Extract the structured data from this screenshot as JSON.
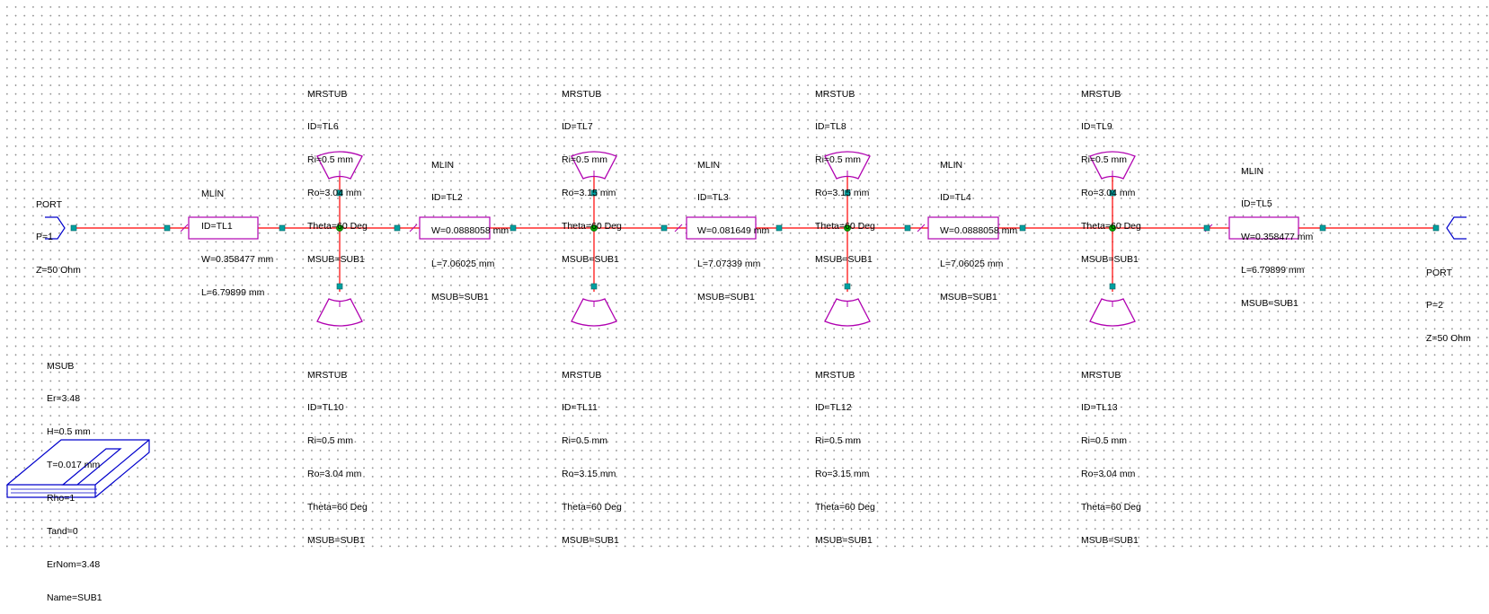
{
  "colors": {
    "wire": "#ff0000",
    "element": "#b000b0",
    "node": "#00aa00",
    "pin": "#00a0a0",
    "substrate": "#0000cc",
    "text": "#000000"
  },
  "port1": {
    "title": "PORT",
    "lines": [
      "P=1",
      "Z=50 Ohm"
    ]
  },
  "port2": {
    "title": "PORT",
    "lines": [
      "P=2",
      "Z=50 Ohm"
    ]
  },
  "msub": {
    "title": "MSUB",
    "lines": [
      "Er=3.48",
      "H=0.5 mm",
      "T=0.017 mm",
      "Rho=1",
      "Tand=0",
      "ErNom=3.48",
      "Name=SUB1"
    ]
  },
  "mlin": [
    {
      "title": "MLIN",
      "lines": [
        "ID=TL1",
        "W=0.358477 mm",
        "L=6.79899 mm"
      ]
    },
    {
      "title": "MLIN",
      "lines": [
        "ID=TL2",
        "W=0.0888058 mm",
        "L=7.06025 mm",
        "MSUB=SUB1"
      ]
    },
    {
      "title": "MLIN",
      "lines": [
        "ID=TL3",
        "W=0.081649 mm",
        "L=7.07339 mm",
        "MSUB=SUB1"
      ]
    },
    {
      "title": "MLIN",
      "lines": [
        "ID=TL4",
        "W=0.0888058 mm",
        "L=7.06025 mm",
        "MSUB=SUB1"
      ]
    },
    {
      "title": "MLIN",
      "lines": [
        "ID=TL5",
        "W=0.358477 mm",
        "L=6.79899 mm",
        "MSUB=SUB1"
      ]
    }
  ],
  "stubs_top": [
    {
      "title": "MRSTUB",
      "lines": [
        "ID=TL6",
        "Ri=0.5 mm",
        "Ro=3.04 mm",
        "Theta=60 Deg",
        "MSUB=SUB1"
      ]
    },
    {
      "title": "MRSTUB",
      "lines": [
        "ID=TL7",
        "Ri=0.5 mm",
        "Ro=3.15 mm",
        "Theta=60 Deg",
        "MSUB=SUB1"
      ]
    },
    {
      "title": "MRSTUB",
      "lines": [
        "ID=TL8",
        "Ri=0.5 mm",
        "Ro=3.15 mm",
        "Theta=60 Deg",
        "MSUB=SUB1"
      ]
    },
    {
      "title": "MRSTUB",
      "lines": [
        "ID=TL9",
        "Ri=0.5 mm",
        "Ro=3.04 mm",
        "Theta=60 Deg",
        "MSUB=SUB1"
      ]
    }
  ],
  "stubs_bottom": [
    {
      "title": "MRSTUB",
      "lines": [
        "ID=TL10",
        "Ri=0.5 mm",
        "Ro=3.04 mm",
        "Theta=60 Deg",
        "MSUB=SUB1"
      ]
    },
    {
      "title": "MRSTUB",
      "lines": [
        "ID=TL11",
        "Ri=0.5 mm",
        "Ro=3.15 mm",
        "Theta=60 Deg",
        "MSUB=SUB1"
      ]
    },
    {
      "title": "MRSTUB",
      "lines": [
        "ID=TL12",
        "Ri=0.5 mm",
        "Ro=3.15 mm",
        "Theta=60 Deg",
        "MSUB=SUB1"
      ]
    },
    {
      "title": "MRSTUB",
      "lines": [
        "ID=TL13",
        "Ri=0.5 mm",
        "Ro=3.04 mm",
        "Theta=60 Deg",
        "MSUB=SUB1"
      ]
    }
  ]
}
